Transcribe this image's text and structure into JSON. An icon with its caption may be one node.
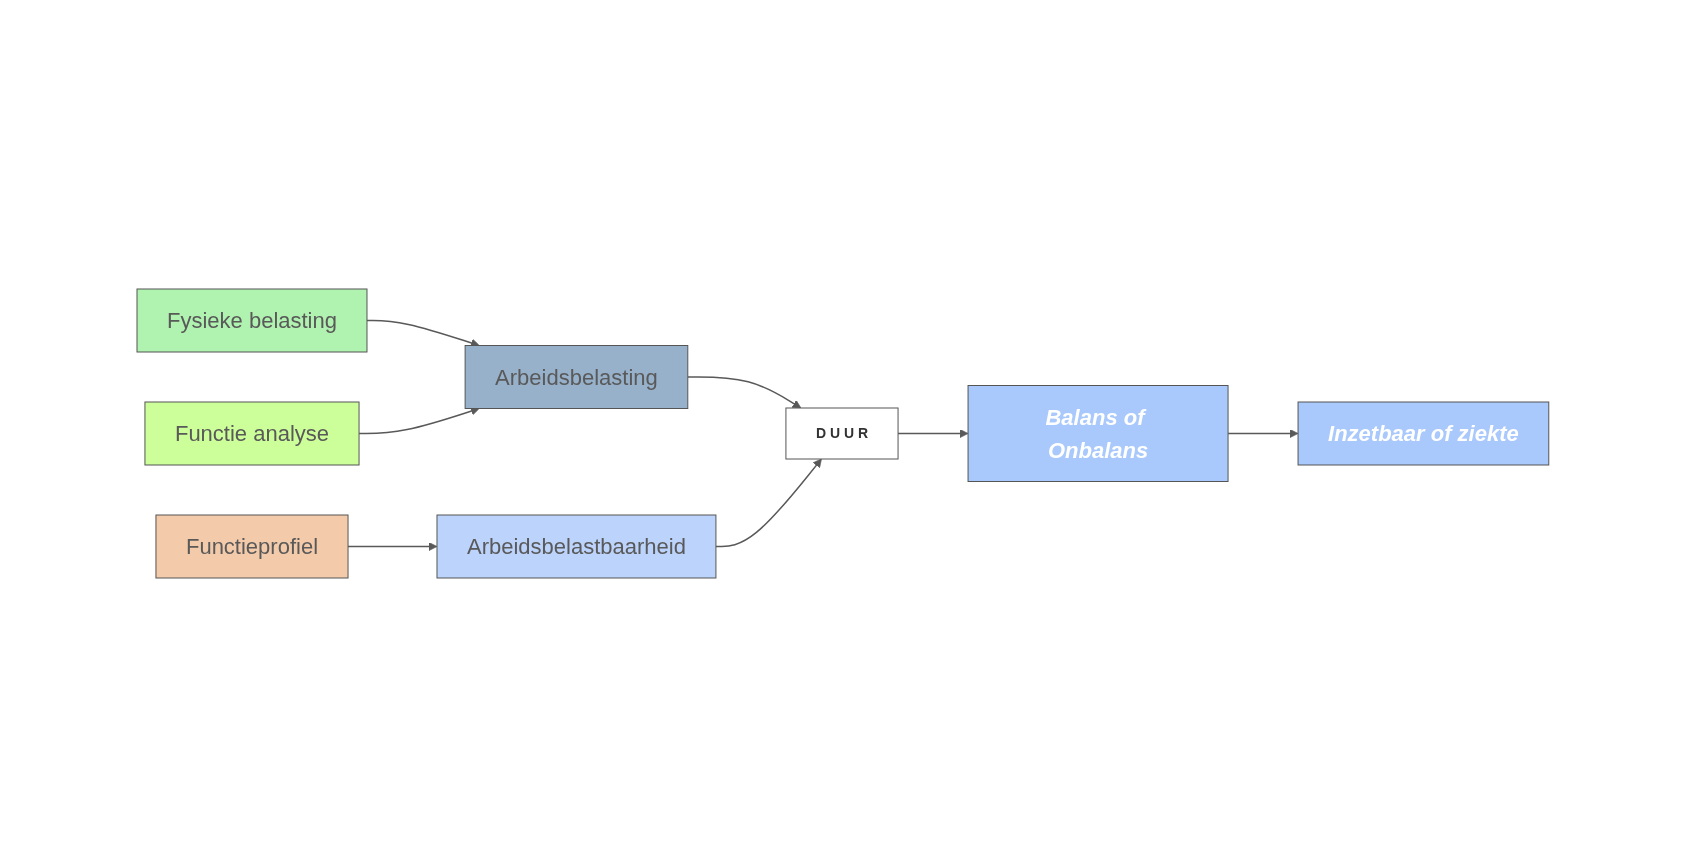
{
  "diagram": {
    "nodes": [
      {
        "text": [
          "Fysieke belasting"
        ]
      },
      {
        "text": [
          "Functie analyse"
        ]
      },
      {
        "text": [
          "Arbeidsbelasting"
        ]
      },
      {
        "text": [
          "D U U R"
        ]
      },
      {
        "text": [
          "Balans of Onbalans"
        ]
      },
      {
        "text": [
          "Inzetbaar of ziekte"
        ]
      },
      {
        "text": [
          "Arbeidsbelastbaarheid"
        ]
      },
      {
        "text": [
          "Functieprofiel"
        ]
      }
    ],
    "edges": [
      {
        "from": 0,
        "to": 2,
        "arrow": "to"
      },
      {
        "from": 1,
        "to": 2,
        "arrow": "to"
      },
      {
        "from": 2,
        "to": 3,
        "arrow": "to"
      },
      {
        "from": 6,
        "to": 3,
        "arrow": "to"
      },
      {
        "from": 3,
        "to": 4,
        "arrow": "to"
      },
      {
        "from": 4,
        "to": 5,
        "arrow": "to"
      },
      {
        "from": 7,
        "to": 6,
        "arrow": "to"
      }
    ]
  }
}
